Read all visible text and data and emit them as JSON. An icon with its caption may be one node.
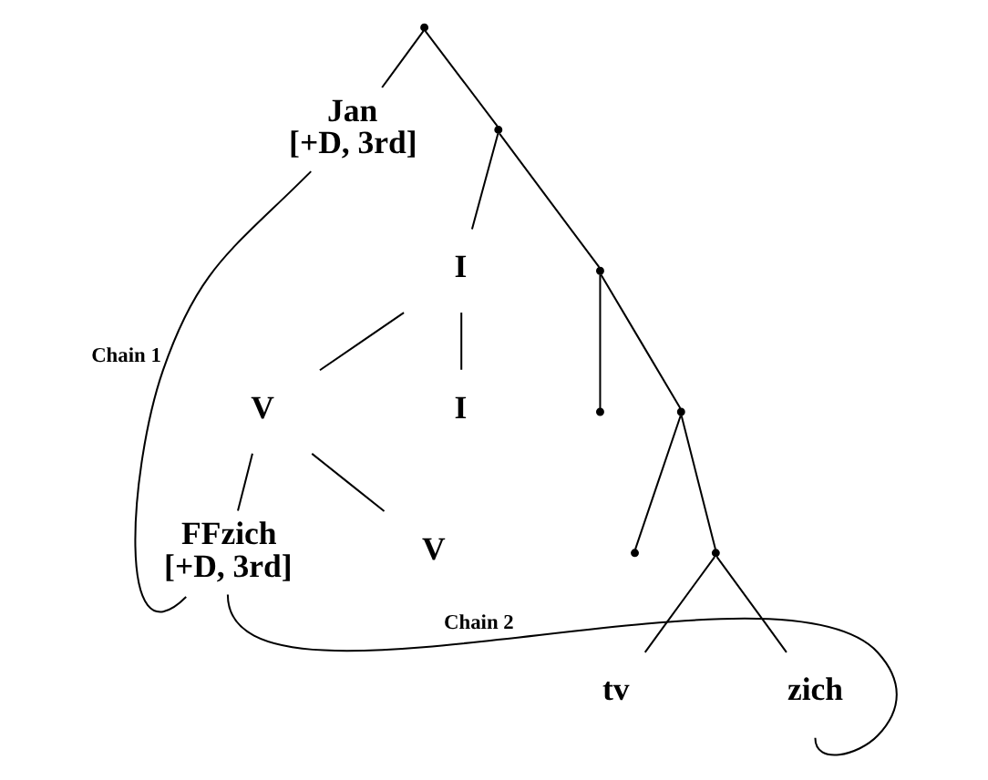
{
  "diagram": {
    "nodes": [
      {
        "text": [],
        "shape": "point"
      },
      {
        "text": [
          "Jan",
          "[+D, 3rd]"
        ]
      },
      {
        "text": [],
        "shape": "point"
      },
      {
        "text": [
          "I"
        ]
      },
      {
        "text": [],
        "shape": "point"
      },
      {
        "text": [
          "V"
        ]
      },
      {
        "text": [
          "I"
        ]
      },
      {
        "text": [],
        "shape": "point"
      },
      {
        "text": [],
        "shape": "point"
      },
      {
        "text": [
          "FFzich",
          "[+D, 3rd]"
        ]
      },
      {
        "text": [
          "V"
        ]
      },
      {
        "text": [],
        "shape": "point"
      },
      {
        "text": [],
        "shape": "point"
      },
      {
        "text": [
          "tv"
        ]
      },
      {
        "text": [
          "zich"
        ]
      }
    ],
    "edges": [
      {
        "from": 0,
        "to": 1,
        "arrow": "none"
      },
      {
        "from": 0,
        "to": 2,
        "arrow": "none"
      },
      {
        "from": 2,
        "to": 3,
        "arrow": "none"
      },
      {
        "from": 2,
        "to": 4,
        "arrow": "none"
      },
      {
        "from": 3,
        "to": 5,
        "arrow": "none"
      },
      {
        "from": 3,
        "to": 6,
        "arrow": "none"
      },
      {
        "from": 4,
        "to": 7,
        "arrow": "none"
      },
      {
        "from": 4,
        "to": 8,
        "arrow": "none"
      },
      {
        "from": 5,
        "to": 9,
        "arrow": "none"
      },
      {
        "from": 5,
        "to": 10,
        "arrow": "none"
      },
      {
        "from": 8,
        "to": 11,
        "arrow": "none"
      },
      {
        "from": 8,
        "to": 12,
        "arrow": "none"
      },
      {
        "from": 12,
        "to": 13,
        "arrow": "none"
      },
      {
        "from": 12,
        "to": 14,
        "arrow": "none"
      },
      {
        "from": 1,
        "to": 9,
        "arrow": "none",
        "label": "Chain 1"
      },
      {
        "from": 9,
        "to": 14,
        "arrow": "none",
        "label": "Chain 2"
      }
    ]
  }
}
